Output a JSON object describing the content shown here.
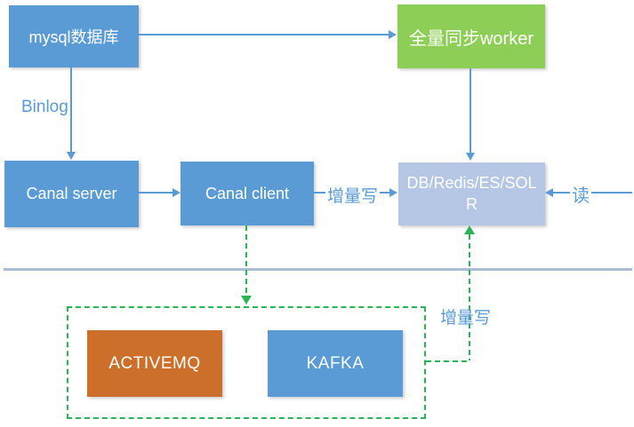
{
  "colors": {
    "blue": "#5B9BD5",
    "green": "#8DCF56",
    "light_blue": "#B5C7E4",
    "orange": "#CB6F2B",
    "dash_green": "#29B456",
    "divider": "#A9BDD6",
    "label_blue": "#5B9BD5"
  },
  "nodes": {
    "mysql_db": {
      "label": "mysql数据库",
      "color": "#5B9BD5"
    },
    "full_sync_worker": {
      "label": "全量同步worker",
      "color": "#8DCF56"
    },
    "canal_server": {
      "label": "Canal server",
      "color": "#5B9BD5"
    },
    "canal_client": {
      "label": "Canal client",
      "color": "#5B9BD5"
    },
    "storage": {
      "label": "DB/Redis/ES/SOLR",
      "color": "#B5C7E4"
    },
    "activemq": {
      "label": "ACTIVEMQ",
      "color": "#CB6F2B"
    },
    "kafka": {
      "label": "KAFKA",
      "color": "#5B9BD5"
    }
  },
  "edge_labels": {
    "binlog": "Binlog",
    "incremental_write_canal": "增量写",
    "incremental_write_mq": "增量写",
    "read": "读"
  }
}
